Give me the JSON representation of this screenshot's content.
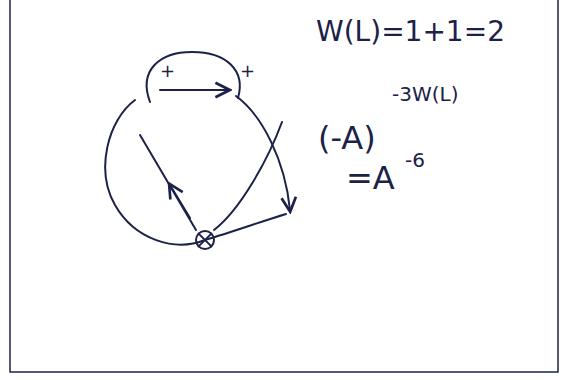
{
  "diagram": {
    "labels": [
      "W(L)=1+1=2",
      "+",
      "+",
      "(-A)",
      "-3W(L)",
      "=A",
      "-6"
    ]
  }
}
